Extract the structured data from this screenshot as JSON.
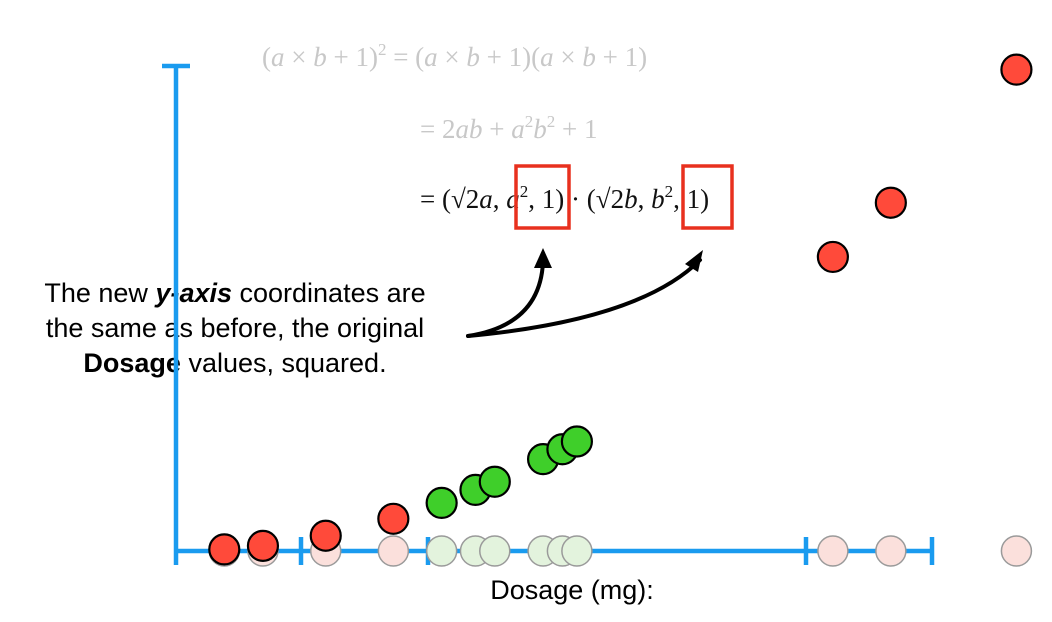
{
  "chart_data": {
    "type": "scatter",
    "xlabel": "Dosage (mg):",
    "colors": {
      "axis": "#1a9bef",
      "not_cured": "#ff4a3a",
      "cured": "#3fcf2a",
      "not_cured_faded": "#fbe0dc",
      "cured_faded": "#e3f3dd",
      "highlight_box": "#e8301e"
    },
    "series": [
      {
        "color_key": "not_cured",
        "points": [
          {
            "x": 1.0,
            "y": 1.0
          },
          {
            "x": 1.8,
            "y": 3.24
          },
          {
            "x": 3.1,
            "y": 9.61
          },
          {
            "x": 4.5,
            "y": 20.25
          },
          {
            "x": 13.6,
            "y": 184.96
          },
          {
            "x": 14.8,
            "y": 219.04
          },
          {
            "x": 17.4,
            "y": 302.76
          }
        ]
      },
      {
        "color_key": "cured",
        "points": [
          {
            "x": 5.5,
            "y": 30.25
          },
          {
            "x": 6.2,
            "y": 38.44
          },
          {
            "x": 6.6,
            "y": 43.56
          },
          {
            "x": 7.6,
            "y": 57.76
          },
          {
            "x": 8.0,
            "y": 64.0
          },
          {
            "x": 8.3,
            "y": 68.89
          }
        ]
      }
    ]
  },
  "annotation": {
    "line1_before": "The new ",
    "line1_bold": "y-axis",
    "line1_after": " coordinates are",
    "line2": "the same as before, the original",
    "line3_bold": "Dosage",
    "line3_after": " values, squared."
  }
}
